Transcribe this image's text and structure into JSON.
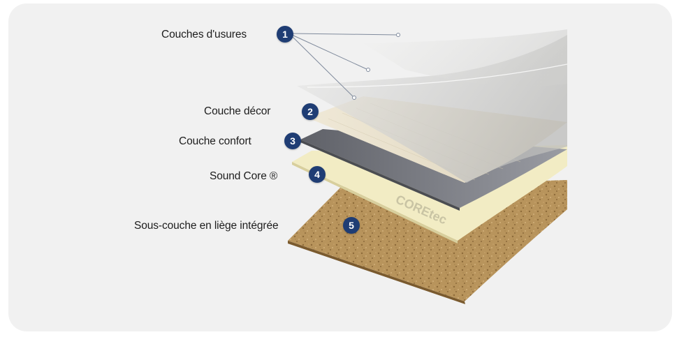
{
  "layers": [
    {
      "number": "1",
      "label": "Couches d'usures"
    },
    {
      "number": "2",
      "label": "Couche décor"
    },
    {
      "number": "3",
      "label": "Couche confort"
    },
    {
      "number": "4",
      "label": "Sound Core ®"
    },
    {
      "number": "5",
      "label": "Sous-couche en liège intégrée"
    }
  ],
  "stamp_text": "COREtec",
  "colors": {
    "badge": "#1f3d74",
    "card_background": "#f1f1f1",
    "cork": "#b8945c",
    "sound_core": "#f2ecc4",
    "comfort": "#7d7f86",
    "decor": "#e9e1cf",
    "wear": "#d9d9d7"
  }
}
